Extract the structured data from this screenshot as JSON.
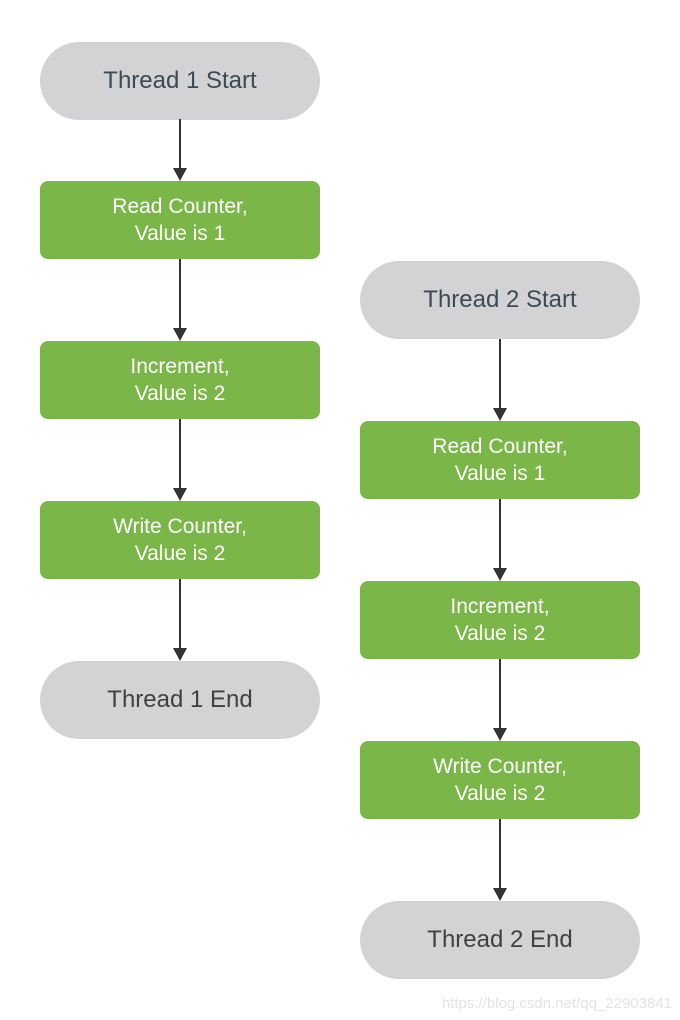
{
  "diagram": {
    "type": "flowchart",
    "description": "Two thread lanes showing a race condition on a shared counter"
  },
  "threads": [
    {
      "name": "Thread 1",
      "nodes": [
        {
          "id": "t1_start",
          "type": "terminator",
          "label": "Thread 1 Start"
        },
        {
          "id": "t1_read",
          "type": "process",
          "line1": "Read Counter,",
          "line2": "Value is 1"
        },
        {
          "id": "t1_inc",
          "type": "process",
          "line1": "Increment,",
          "line2": "Value is 2"
        },
        {
          "id": "t1_write",
          "type": "process",
          "line1": "Write Counter,",
          "line2": "Value is 2"
        },
        {
          "id": "t1_end",
          "type": "terminator",
          "label": "Thread 1 End"
        }
      ]
    },
    {
      "name": "Thread 2",
      "nodes": [
        {
          "id": "t2_start",
          "type": "terminator",
          "label": "Thread 2 Start"
        },
        {
          "id": "t2_read",
          "type": "process",
          "line1": "Read Counter,",
          "line2": "Value is 1"
        },
        {
          "id": "t2_inc",
          "type": "process",
          "line1": "Increment,",
          "line2": "Value is 2"
        },
        {
          "id": "t2_write",
          "type": "process",
          "line1": "Write Counter,",
          "line2": "Value is 2"
        },
        {
          "id": "t2_end",
          "type": "terminator",
          "label": "Thread 2 End"
        }
      ]
    }
  ],
  "edges": [
    {
      "from": "t1_start",
      "to": "t1_read"
    },
    {
      "from": "t1_read",
      "to": "t1_inc"
    },
    {
      "from": "t1_inc",
      "to": "t1_write"
    },
    {
      "from": "t1_write",
      "to": "t1_end"
    },
    {
      "from": "t2_start",
      "to": "t2_read"
    },
    {
      "from": "t2_read",
      "to": "t2_inc"
    },
    {
      "from": "t2_inc",
      "to": "t2_write"
    },
    {
      "from": "t2_write",
      "to": "t2_end"
    }
  ],
  "watermark": {
    "text": "https://blog.csdn.net/qq_22903841"
  },
  "colors": {
    "background": "#ffffff",
    "process_fill": "#7ab648",
    "process_text": "#ffffff",
    "terminator_fill": "#d3d3d5",
    "terminator_start_text": "#3c4a56",
    "terminator_end_text": "#404040",
    "arrow": "#333333",
    "watermark_text": "#e3e3e5"
  }
}
